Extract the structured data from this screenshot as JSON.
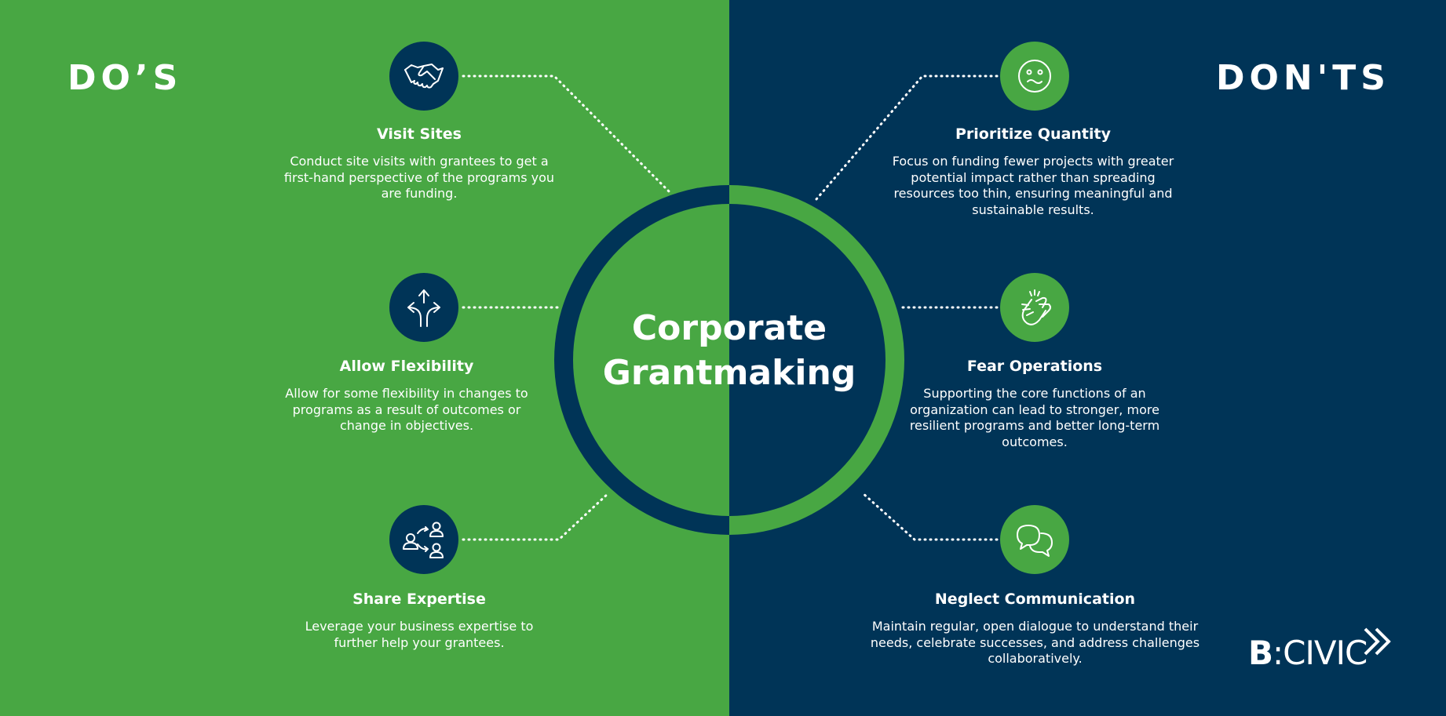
{
  "colors": {
    "green": "#48A743",
    "navy": "#003457",
    "white": "#FFFFFF"
  },
  "left_heading": "DO’S",
  "right_heading": "DON'TS",
  "center": {
    "line1": "Corporate",
    "line2": "Grantmaking"
  },
  "dos": [
    {
      "icon": "handshake-icon",
      "title": "Visit Sites",
      "desc": "Conduct site visits with grantees to get a first-hand perspective of the programs you are funding."
    },
    {
      "icon": "split-arrows-icon",
      "title": "Allow Flexibility",
      "desc": "Allow for some flexibility in changes to programs as a result of outcomes or change in objectives."
    },
    {
      "icon": "people-share-icon",
      "title": "Share Expertise",
      "desc": "Leverage your business expertise to further help your grantees."
    }
  ],
  "donts": [
    {
      "icon": "worried-face-icon",
      "title": "Prioritize Quantity",
      "desc": "Focus on funding fewer projects with greater potential impact rather than spreading resources too thin, ensuring meaningful and sustainable results."
    },
    {
      "icon": "clapping-hands-icon",
      "title": "Fear Operations",
      "desc": "Supporting the core functions of an organization can lead to stronger, more resilient programs and better long-term outcomes."
    },
    {
      "icon": "speech-bubbles-icon",
      "title": "Neglect Communication",
      "desc": "Maintain regular, open dialogue to understand their needs, celebrate successes, and address challenges collaboratively."
    }
  ],
  "logo": {
    "bold": "B",
    "rest": ":CIVIC",
    "icon": "double-chevron-icon"
  }
}
